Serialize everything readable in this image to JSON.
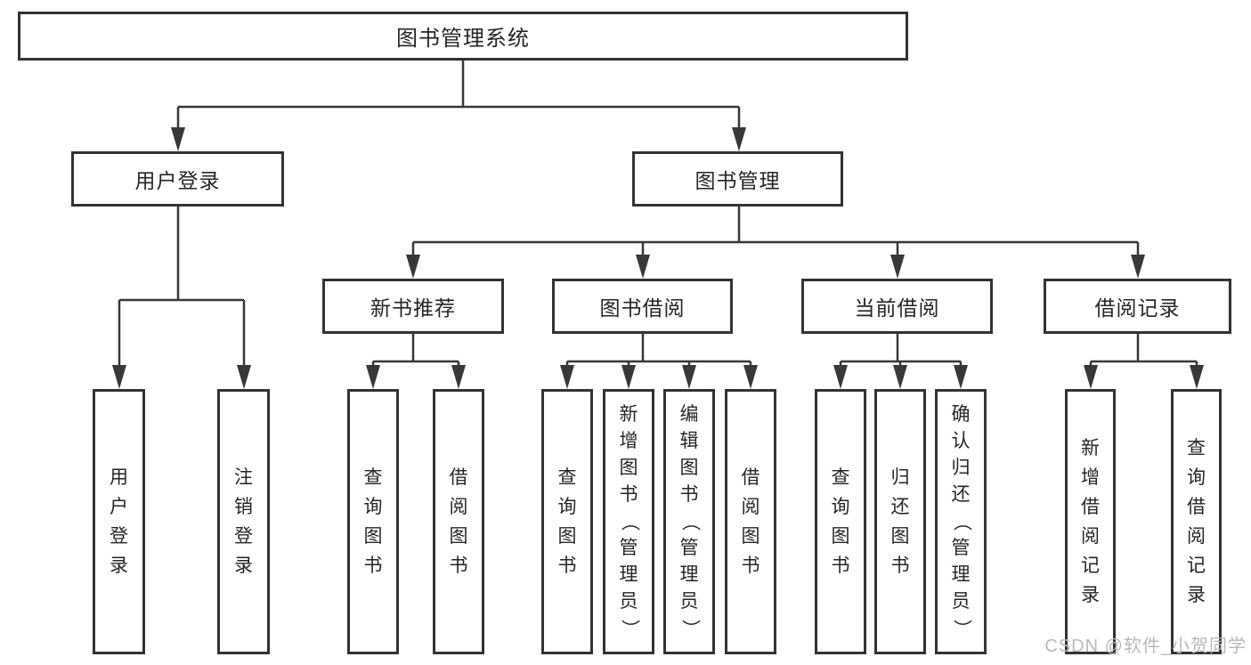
{
  "diagram": {
    "root": {
      "label": "图书管理系统"
    },
    "branches": [
      {
        "label": "用户登录",
        "children": [
          {
            "label": "用户登录"
          },
          {
            "label": "注销登录"
          }
        ]
      },
      {
        "label": "图书管理",
        "children": [
          {
            "label": "新书推荐",
            "children": [
              {
                "label": "查询图书"
              },
              {
                "label": "借阅图书"
              }
            ]
          },
          {
            "label": "图书借阅",
            "children": [
              {
                "label": "查询图书"
              },
              {
                "label": "新增图书（管理员）"
              },
              {
                "label": "编辑图书（管理员）"
              },
              {
                "label": "借阅图书"
              }
            ]
          },
          {
            "label": "当前借阅",
            "children": [
              {
                "label": "查询图书"
              },
              {
                "label": "归还图书"
              },
              {
                "label": "确认归还（管理员）"
              }
            ]
          },
          {
            "label": "借阅记录",
            "children": [
              {
                "label": "新增借阅记录"
              },
              {
                "label": "查询借阅记录"
              }
            ]
          }
        ]
      }
    ]
  },
  "watermark": "CSDN @软件_小贺同学",
  "colors": {
    "line": "#383838",
    "box_border": "#333333",
    "text": "#262626",
    "watermark": "#b9b9b9",
    "background": "#ffffff"
  }
}
